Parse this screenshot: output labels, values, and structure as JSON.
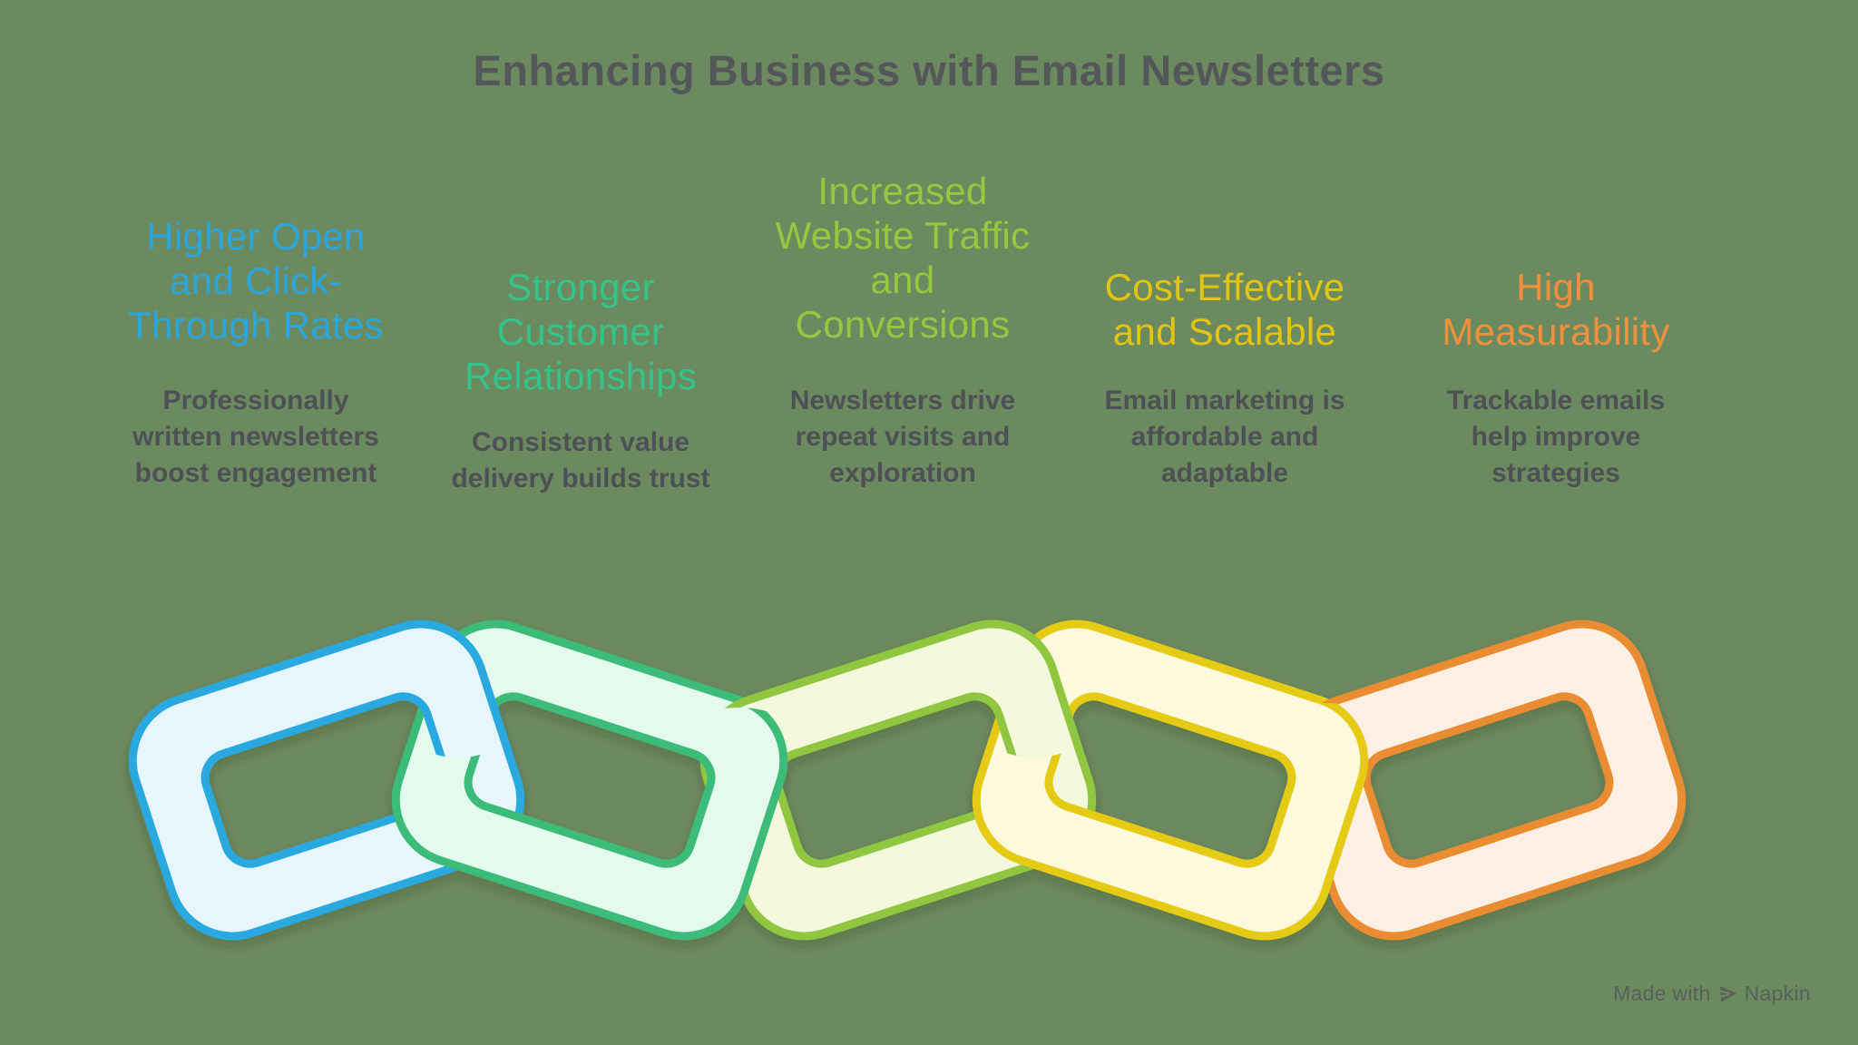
{
  "background_color": "#6C8A5F",
  "title": {
    "text": "Enhancing Business with Email Newsletters",
    "color": "#54575A"
  },
  "benefits": [
    {
      "heading": "Higher Open and Click-Through Rates",
      "heading_lines": [
        "Higher Open",
        "and Click-",
        "Through Rates"
      ],
      "color": "#2BA6DC",
      "description": "Professionally written newsletters boost engagement",
      "description_lines": [
        "Professionally",
        "written newsletters",
        "boost engagement"
      ]
    },
    {
      "heading": "Stronger Customer Relationships",
      "heading_lines": [
        "Stronger",
        "Customer",
        "Relationships"
      ],
      "color": "#33C489",
      "description": "Consistent value delivery builds trust",
      "description_lines": [
        "Consistent value",
        "delivery builds trust"
      ]
    },
    {
      "heading": "Increased Website Traffic and Conversions",
      "heading_lines": [
        "Increased",
        "Website Traffic",
        "and",
        "Conversions"
      ],
      "color": "#94C83E",
      "description": "Newsletters drive repeat visits and exploration",
      "description_lines": [
        "Newsletters drive",
        "repeat visits and",
        "exploration"
      ]
    },
    {
      "heading": "Cost-Effective and Scalable",
      "heading_lines": [
        "Cost-Effective",
        "and Scalable"
      ],
      "color": "#E3C414",
      "description": "Email marketing is affordable and adaptable",
      "description_lines": [
        "Email marketing is",
        "affordable and",
        "adaptable"
      ]
    },
    {
      "heading": "High Measurability",
      "heading_lines": [
        "High",
        "Measurability"
      ],
      "color": "#EF913C",
      "description": "Trackable emails help improve strategies",
      "description_lines": [
        "Trackable emails",
        "help improve",
        "strategies"
      ]
    }
  ],
  "chain": {
    "links": [
      {
        "name": "blue-link",
        "stroke": "#2BA9E0",
        "fill": "#E7F6FD"
      },
      {
        "name": "green-link",
        "stroke": "#3CBB79",
        "fill": "#E4FAEF"
      },
      {
        "name": "lime-link",
        "stroke": "#90C63F",
        "fill": "#F4F8DC"
      },
      {
        "name": "yellow-link",
        "stroke": "#E5CB14",
        "fill": "#FCF9DC"
      },
      {
        "name": "orange-link",
        "stroke": "#E98C31",
        "fill": "#FCEFE3"
      }
    ]
  },
  "watermark": {
    "prefix": "Made with",
    "brand": "Napkin"
  }
}
